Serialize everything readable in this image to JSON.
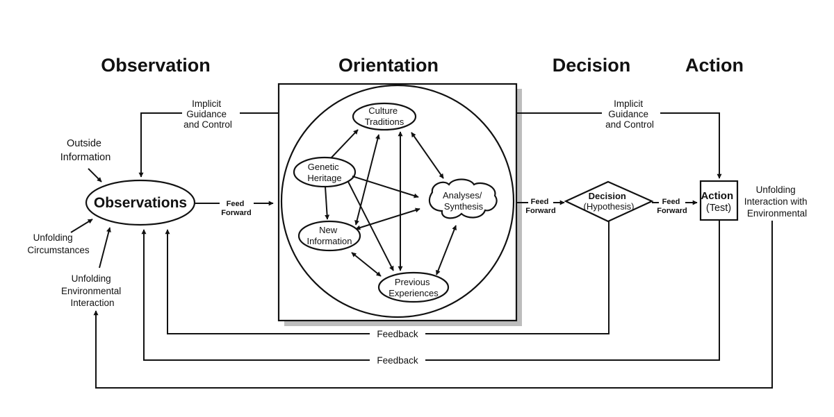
{
  "headers": {
    "observation": "Observation",
    "orientation": "Orientation",
    "decision": "Decision",
    "action": "Action"
  },
  "labels": {
    "implicit_left": [
      "Implicit",
      "Guidance",
      "and Control"
    ],
    "implicit_right": [
      "Implicit",
      "Guidance",
      "and Control"
    ],
    "outside_information": [
      "Outside",
      "Information"
    ],
    "unfolding_circumstances": [
      "Unfolding",
      "Circumstances"
    ],
    "unfolding_env_interaction": [
      "Unfolding",
      "Environmental",
      "Interaction"
    ],
    "unfolding_interaction_right": [
      "Unfolding",
      "Interaction with",
      "Environmental"
    ],
    "feed_forward": [
      "Feed",
      "Forward"
    ],
    "feedback": "Feedback"
  },
  "nodes": {
    "observations": "Observations",
    "culture": [
      "Culture",
      "Traditions"
    ],
    "genetic": [
      "Genetic",
      "Heritage"
    ],
    "analyses": [
      "Analyses/",
      "Synthesis"
    ],
    "new_info": [
      "New",
      "Information"
    ],
    "previous": [
      "Previous",
      "Experiences"
    ],
    "decision": [
      "Decision",
      "(Hypothesis)"
    ],
    "action": [
      "Action",
      "(Test)"
    ]
  },
  "colors": {
    "ink": "#111111",
    "shadow": "#bdbdbd",
    "background": "#ffffff"
  }
}
